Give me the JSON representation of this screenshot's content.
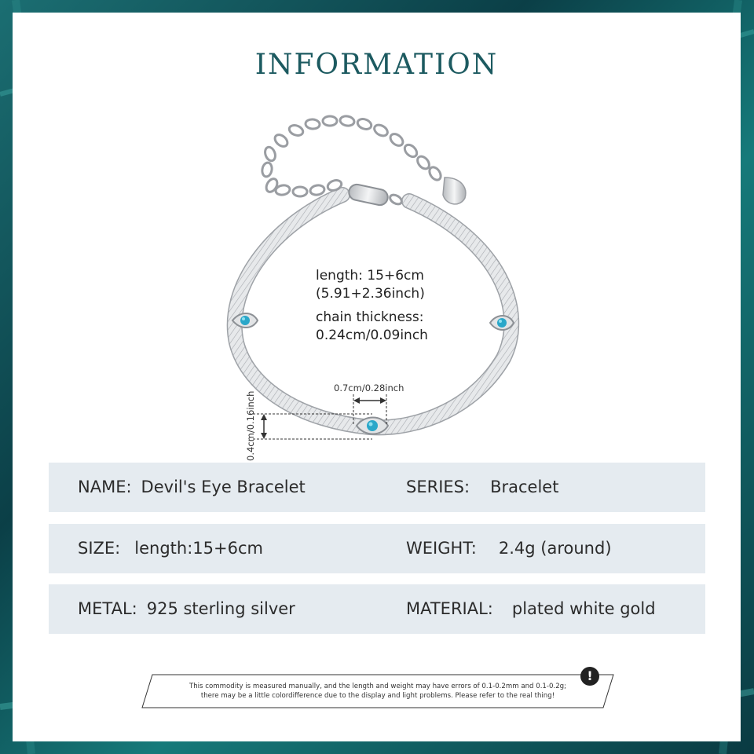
{
  "header": {
    "title": "INFORMATION"
  },
  "product": {
    "name": "Devil's Eye Bracelet",
    "specs": {
      "length_label": "length: 15+6cm",
      "length_inch": "(5.91+2.36inch)",
      "thickness_label": "chain thickness:",
      "thickness_value": "0.24cm/0.09inch"
    },
    "dimensions": {
      "width": "0.7cm/0.28inch",
      "height": "0.4cm/0.16inch"
    }
  },
  "info_rows": [
    {
      "left_label": "NAME:",
      "left_value": "Devil's Eye Bracelet",
      "right_label": "SERIES:",
      "right_value": "Bracelet"
    },
    {
      "left_label": "SIZE:",
      "left_value": "length:15+6cm",
      "right_label": "WEIGHT:",
      "right_value": "2.4g (around)"
    },
    {
      "left_label": "METAL:",
      "left_value": "925 sterling silver",
      "right_label": "MATERIAL:",
      "right_value": "plated white gold"
    }
  ],
  "notice": {
    "line1": "This commodity is measured manually, and the length and weight may have errors of 0.1-0.2mm and 0.1-0.2g;",
    "line2": "there may be a little colordifference due to the display and light problems. Please refer to the real thing!",
    "icon": "exclamation-icon"
  },
  "colors": {
    "title": "#1c5a60",
    "frame": "#0f4f57",
    "row_bg": "#e5ebf0",
    "stone": "#2aa7c9"
  }
}
